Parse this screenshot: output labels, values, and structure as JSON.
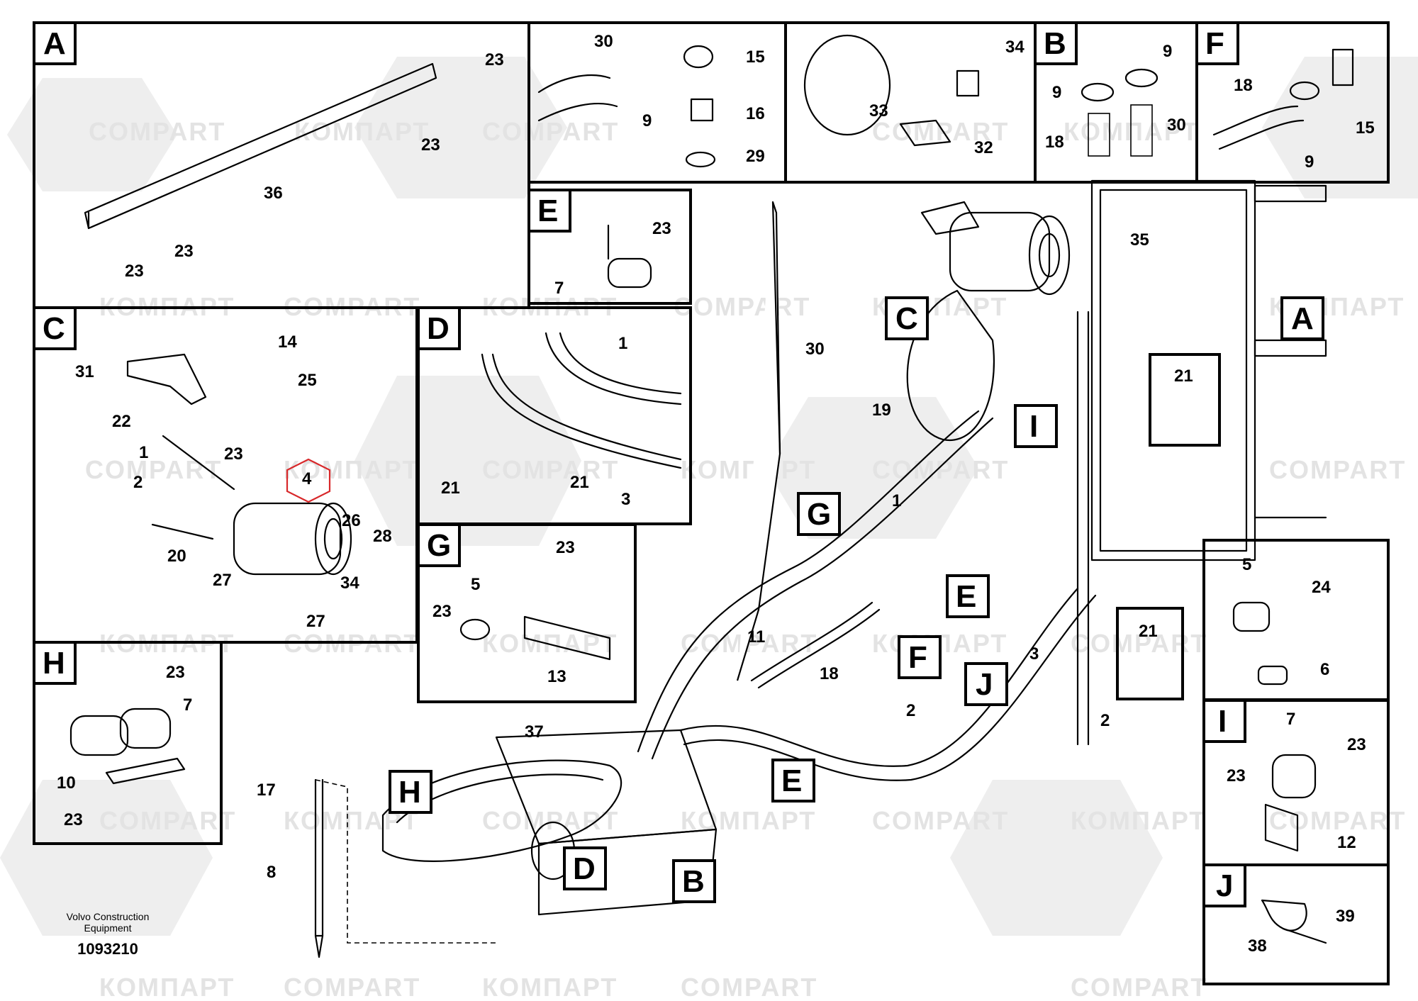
{
  "watermark": {
    "latin": "COMPART",
    "cyrillic": "КОМПАРТ"
  },
  "publisher": {
    "line1": "Volvo Construction",
    "line2": "Equipment"
  },
  "drawing_number": "1093210",
  "panels": {
    "A": {
      "letter": "A",
      "labels": {
        "p23a": "23",
        "p23b": "23",
        "p36": "36",
        "p23c": "23",
        "p23d": "23"
      }
    },
    "top1": {
      "labels": {
        "p30": "30",
        "p15": "15",
        "p9": "9",
        "p16": "16",
        "p29": "29"
      }
    },
    "top2": {
      "labels": {
        "p34": "34",
        "p33": "33",
        "p32": "32"
      }
    },
    "B": {
      "letter": "B",
      "labels": {
        "p9a": "9",
        "p9b": "9",
        "p18": "18",
        "p30": "30"
      }
    },
    "F": {
      "letter": "F",
      "labels": {
        "p18": "18",
        "p15": "15",
        "p9": "9"
      }
    },
    "E": {
      "letter": "E",
      "labels": {
        "p23": "23",
        "p7": "7"
      }
    },
    "C": {
      "letter": "C",
      "labels": {
        "p14": "14",
        "p31": "31",
        "p25": "25",
        "p22": "22",
        "p23": "23",
        "p1": "1",
        "p2": "2",
        "p4": "4",
        "p26": "26",
        "p28": "28",
        "p20": "20",
        "p27a": "27",
        "p34": "34",
        "p27b": "27"
      }
    },
    "D": {
      "letter": "D",
      "labels": {
        "p1": "1",
        "p21a": "21",
        "p21b": "21",
        "p3": "3"
      }
    },
    "G": {
      "letter": "G",
      "labels": {
        "p23a": "23",
        "p5": "5",
        "p23b": "23",
        "p13": "13"
      }
    },
    "H": {
      "letter": "H",
      "labels": {
        "p23a": "23",
        "p7": "7",
        "p10": "10",
        "p23b": "23"
      }
    },
    "K": {
      "labels": {
        "p5": "5",
        "p24": "24",
        "p6": "6"
      }
    },
    "I": {
      "letter": "I",
      "labels": {
        "p7": "7",
        "p23a": "23",
        "p23b": "23",
        "p12": "12"
      }
    },
    "J": {
      "letter": "J",
      "labels": {
        "p39": "39",
        "p38": "38"
      }
    }
  },
  "main": {
    "callouts": {
      "c": "C",
      "a": "A",
      "i": "I",
      "g": "G",
      "e1": "E",
      "f": "F",
      "j": "J",
      "e2": "E",
      "h": "H",
      "d": "D",
      "b": "B"
    },
    "labels": {
      "p35": "35",
      "p30": "30",
      "p19": "19",
      "p21a": "21",
      "p1": "1",
      "p21b": "21",
      "p3": "3",
      "p11": "11",
      "p18": "18",
      "p2a": "2",
      "p2b": "2",
      "p37": "37",
      "p17": "17",
      "p8": "8"
    }
  },
  "colors": {
    "line": "#000000",
    "highlight": "#d8282a",
    "watermark": "#e3e3e3"
  }
}
